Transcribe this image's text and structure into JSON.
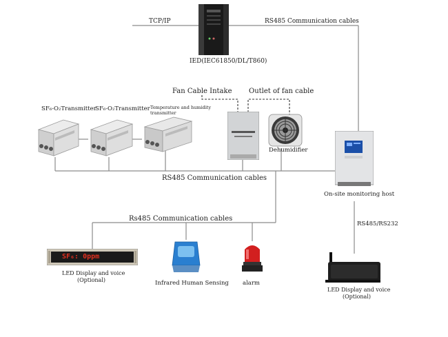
{
  "labels": {
    "tcp_ip": "TCP/IP",
    "rs485_top": "RS485 Communication cables",
    "ied": "IED(IEC61850/DL/T860)",
    "fan_intake": "Fan Cable Intake",
    "fan_outlet": "Outlet of fan cable",
    "transmitter_1": "SF₆-O₂Transmitter",
    "transmitter_2": "SF₆-O₂Transmitter",
    "temp_hum_line1": "Temperature and humidity",
    "temp_hum_line2": "transmitter",
    "dehumidifier": "Dehumidifier",
    "rs485_mid": "RS485 Communication cables",
    "host": "On-site monitoring host",
    "rs485_lower": "Rs485 Communication cables",
    "rs485_rs232": "RS485/RS232",
    "led_display_1_line1": "LED Display and voice",
    "led_display_1_line2": "(Optional)",
    "led_screen_text": "SF₆:   0ppm",
    "infrared": "Infrared Human Sensing",
    "alarm": "alarm",
    "led_display_2_line1": "LED Display and voice",
    "led_display_2_line2": "(Optional)"
  },
  "colors": {
    "line": "#8a8a8a",
    "device_body": "#d9d9d9",
    "host_screen": "#1b4fa8",
    "sensor_blue": "#2a7fd0",
    "alarm_red": "#d21f1f",
    "led_text": "#e03020"
  }
}
